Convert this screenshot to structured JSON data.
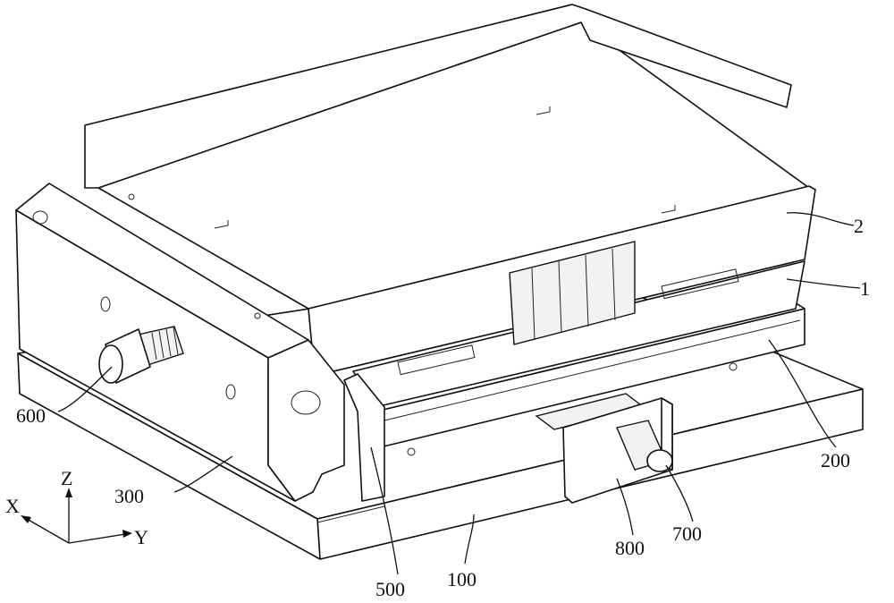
{
  "figure": {
    "labels": {
      "tray": "2",
      "battery": "1",
      "platform": "200",
      "screw_left": "600",
      "clamp_block": "300",
      "spacer": "500",
      "base": "100",
      "slider_block": "800",
      "screw_front": "700"
    },
    "axes": {
      "x": "X",
      "y": "Y",
      "z": "Z"
    }
  }
}
